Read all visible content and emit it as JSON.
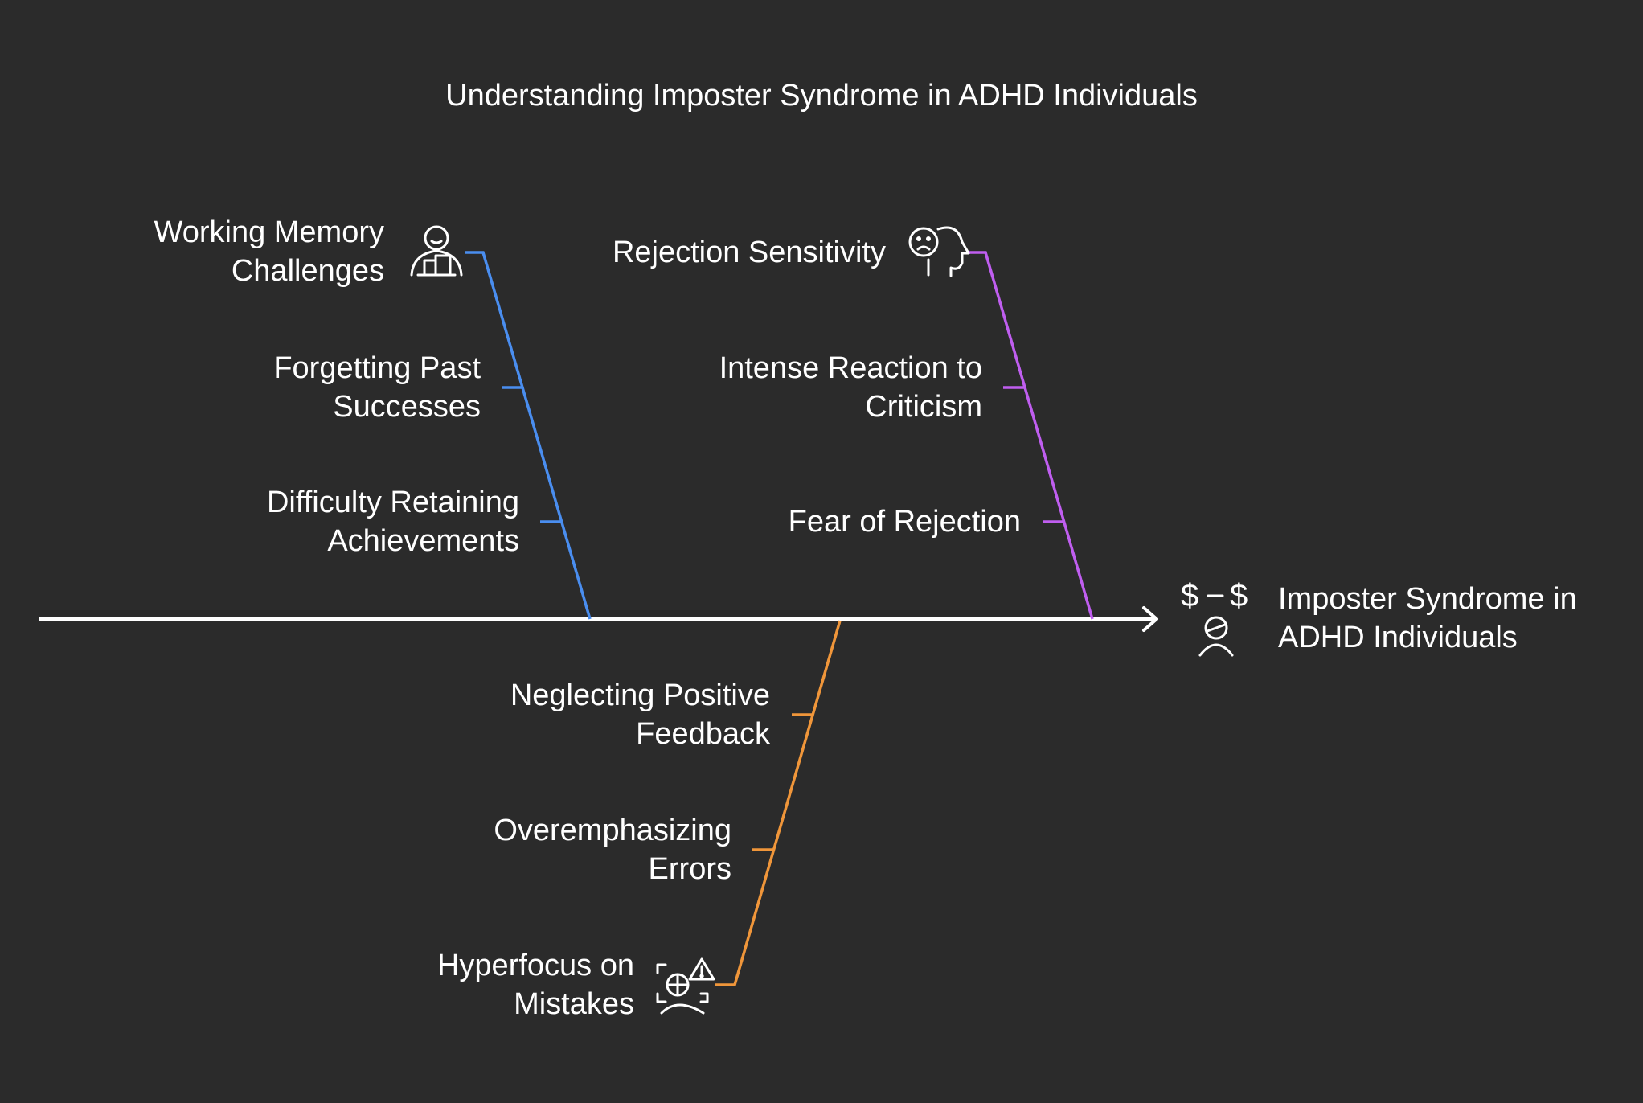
{
  "title": "Understanding Imposter Syndrome in ADHD Individuals",
  "head": {
    "label": "Imposter Syndrome in\nADHD Individuals",
    "icon": "money-person-icon"
  },
  "colors": {
    "background": "#2b2b2b",
    "spine": "#ffffff",
    "memory": "#4a8ef0",
    "rejection": "#c05ef0",
    "mistakes": "#f0963a"
  },
  "branches": {
    "memory": {
      "label": "Working Memory\nChallenges",
      "icon": "person-at-desk-icon",
      "causes": [
        "Forgetting Past\nSuccesses",
        "Difficulty Retaining\nAchievements"
      ]
    },
    "rejection": {
      "label": "Rejection Sensitivity",
      "icon": "sad-head-profile-icon",
      "causes": [
        "Intense Reaction to\nCriticism",
        "Fear of Rejection"
      ]
    },
    "mistakes": {
      "label": "Hyperfocus on\nMistakes",
      "icon": "warning-focus-person-icon",
      "causes": [
        "Neglecting Positive\nFeedback",
        "Overemphasizing\nErrors"
      ]
    }
  }
}
